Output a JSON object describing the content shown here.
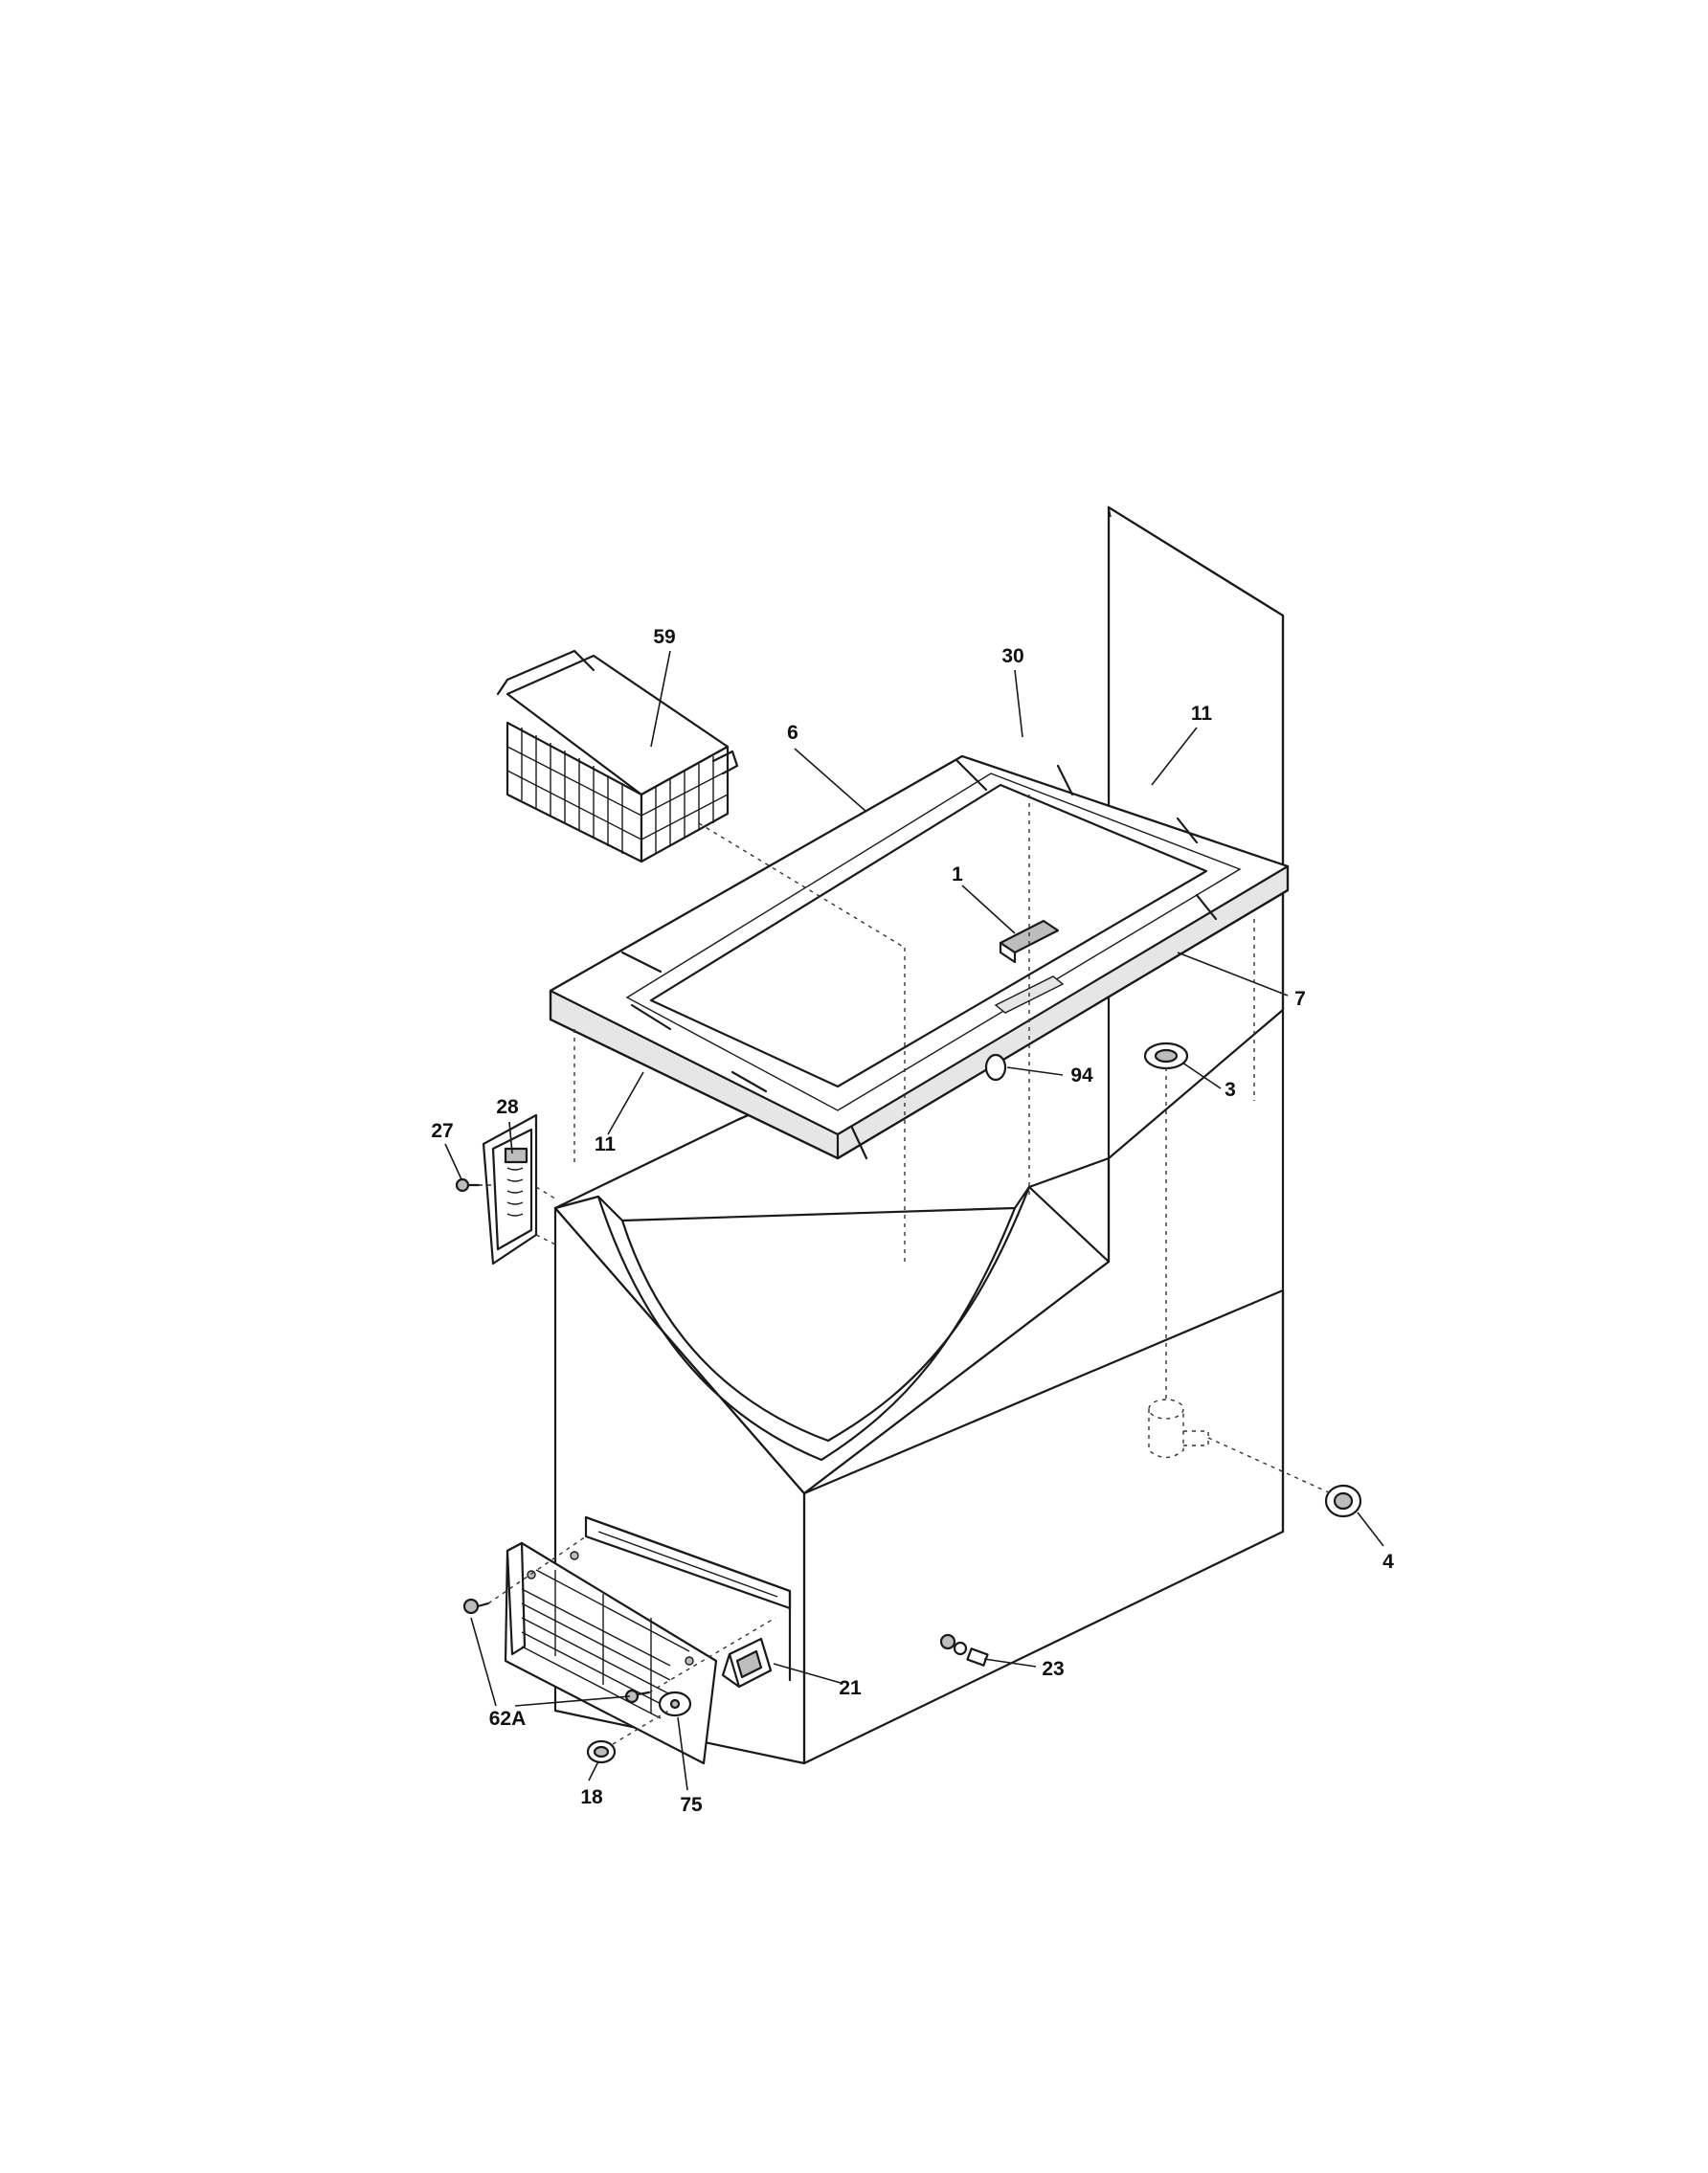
{
  "callouts": [
    {
      "id": "c59",
      "text": "59"
    },
    {
      "id": "c30",
      "text": "30"
    },
    {
      "id": "c6",
      "text": "6"
    },
    {
      "id": "c11a",
      "text": "11"
    },
    {
      "id": "c1",
      "text": "1"
    },
    {
      "id": "c7",
      "text": "7"
    },
    {
      "id": "c28",
      "text": "28"
    },
    {
      "id": "c27",
      "text": "27"
    },
    {
      "id": "c11b",
      "text": "11"
    },
    {
      "id": "c94",
      "text": "94"
    },
    {
      "id": "c3",
      "text": "3"
    },
    {
      "id": "c4",
      "text": "4"
    },
    {
      "id": "c21",
      "text": "21"
    },
    {
      "id": "c23",
      "text": "23"
    },
    {
      "id": "c62A",
      "text": "62A"
    },
    {
      "id": "c18",
      "text": "18"
    },
    {
      "id": "c75",
      "text": "75"
    }
  ]
}
